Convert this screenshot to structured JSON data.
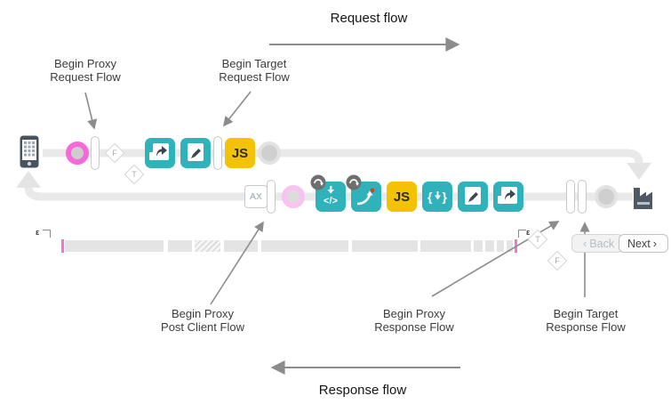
{
  "titles": {
    "request_flow": "Request flow",
    "response_flow": "Response flow"
  },
  "callouts": {
    "proxy_request": {
      "line1": "Begin Proxy",
      "line2": "Request Flow"
    },
    "target_request": {
      "line1": "Begin Target",
      "line2": "Request Flow"
    },
    "post_client": {
      "line1": "Begin Proxy",
      "line2": "Post Client Flow"
    },
    "proxy_response": {
      "line1": "Begin Proxy",
      "line2": "Response Flow"
    },
    "target_response": {
      "line1": "Begin Target",
      "line2": "Response Flow"
    }
  },
  "request_row": {
    "condition_false": "F",
    "condition_true": "T",
    "js_policy": "JS"
  },
  "response_row": {
    "analytics": "AX",
    "code_policy": "</>",
    "js_policy": "JS",
    "brace_open": "{",
    "brace_close": "}",
    "condition_true": "T",
    "condition_false": "F"
  },
  "timeline": {
    "left_mark": "ε",
    "right_mark": "ε"
  },
  "pager": {
    "back_chevron": "‹",
    "back": "Back",
    "next": "Next",
    "next_chevron": "›"
  },
  "icons": {
    "client": "smartphone-icon",
    "target": "factory-icon",
    "steps": [
      "share-arrow-icon",
      "pencil-icon",
      "js-badge",
      "code-icon",
      "route-arrow-icon",
      "braces-icon"
    ],
    "badge": "rotate-arrow-badge-icon"
  },
  "colors": {
    "teal": "#2fb2ba",
    "yellow": "#f3c204",
    "pink": "#f56ad8",
    "pink_faded": "#f8c2f1",
    "flow_line": "#e9e9e9",
    "annotation_gray": "#8c8c8c",
    "slate": "#4d5a64",
    "red_dot": "#e23b2e"
  }
}
